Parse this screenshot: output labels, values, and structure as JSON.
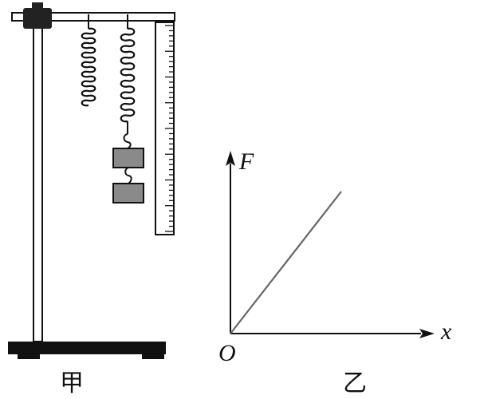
{
  "panels": {
    "left_caption": "甲",
    "right_caption": "乙"
  },
  "graph": {
    "y_axis_label": "F",
    "x_axis_label": "x",
    "origin_label": "O"
  },
  "colors": {
    "ink": "#111111",
    "line": "#666666",
    "weight_fill": "#8a8a8a",
    "clamp": "#222222"
  }
}
